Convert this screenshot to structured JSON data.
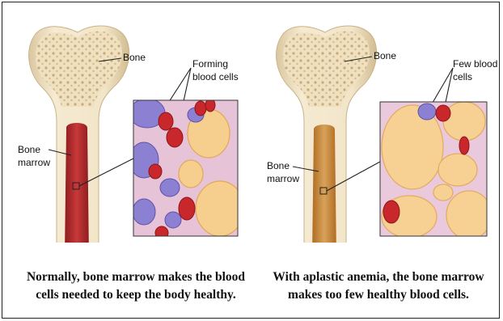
{
  "left_panel": {
    "bone_label": "Bone",
    "forming_label_line1": "Forming",
    "forming_label_line2": "blood cells",
    "marrow_label_line1": "Bone",
    "marrow_label_line2": "marrow",
    "caption_line1": "Normally, bone marrow makes the blood",
    "caption_line2": "cells needed to keep the body healthy.",
    "marrow_color": "#b5302e"
  },
  "right_panel": {
    "bone_label": "Bone",
    "few_label_line1": "Few blood",
    "few_label_line2": "cells",
    "marrow_label_line1": "Bone",
    "marrow_label_line2": "marrow",
    "caption_line1": "With aplastic anemia, the bone marrow",
    "caption_line2": "makes too few healthy blood cells.",
    "marrow_color": "#c98a3a"
  },
  "colors": {
    "bone": "#efe2c2",
    "spongy_dots": "#c8a97a",
    "red_cell": "#c8282c",
    "purple_cell": "#8a7fd0",
    "fat_cell": "#f6cf8e",
    "tissue": "#e9c7d8"
  }
}
